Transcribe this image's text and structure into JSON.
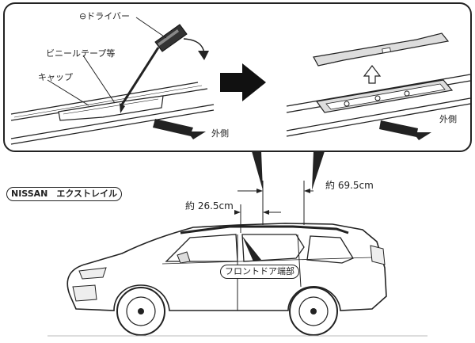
{
  "detail_panel": {
    "labels": {
      "screwdriver": "⊖ドライバー",
      "vinyl_tape": "ビニールテープ等",
      "cap": "キャップ",
      "outside_left": "外側",
      "outside_right": "外側"
    }
  },
  "vehicle": {
    "model_label": "NISSAN　エクストレイル"
  },
  "measurements": {
    "long": "約 69.5cm",
    "short": "約 26.5cm"
  },
  "callout": {
    "front_door_edge": "フロントドア端部"
  }
}
